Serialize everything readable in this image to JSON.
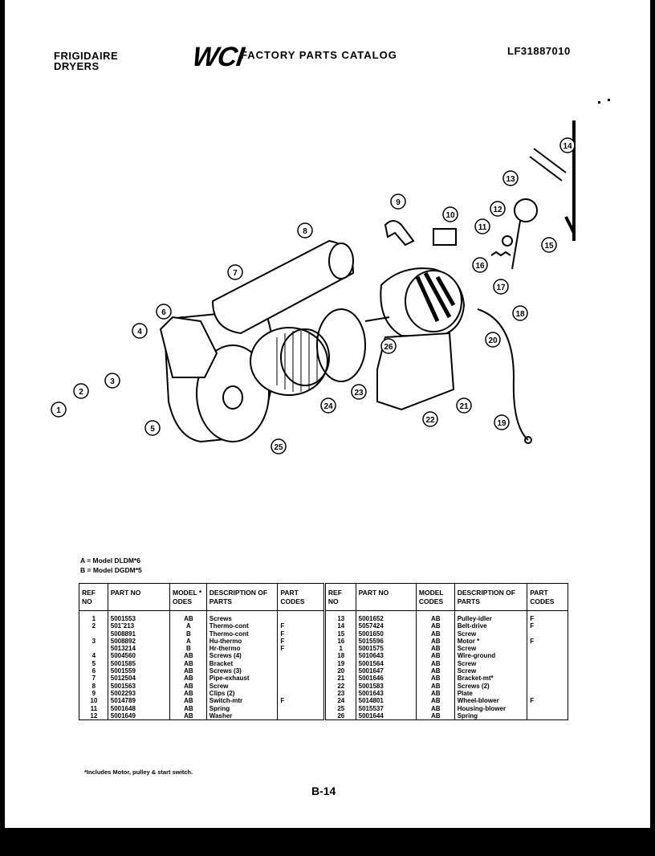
{
  "header": {
    "brand_line1": "FRIGIDAIRE",
    "brand_line2": "DRYERS",
    "logo": "WCI",
    "catalog_title": "FACTORY PARTS CATALOG",
    "catalog_code": "LF31887010"
  },
  "diagram": {
    "callouts": [
      "1",
      "2",
      "3",
      "4",
      "5",
      "6",
      "7",
      "8",
      "9",
      "10",
      "11",
      "12",
      "13",
      "14",
      "15",
      "16",
      "17",
      "18",
      "19",
      "20",
      "21",
      "22",
      "23",
      "24",
      "25",
      "26"
    ]
  },
  "legend": {
    "line_a": "A = Model DLDM*6",
    "line_b": "B = Model DGDM*5"
  },
  "table": {
    "headers": {
      "ref": "REF NO",
      "part": "PART NO",
      "model": "MODEL * ODES",
      "desc": "DESCRIPTION OF PARTS",
      "codes": "PART CODES",
      "ref2": "REF NO",
      "part2": "PART NO",
      "model2": "MODEL CODES",
      "desc2": "DESCRIPTION OF PARTS",
      "codes2": "PART CODES"
    },
    "left_rows": [
      {
        "ref": "1",
        "part": "5001553",
        "model": "AB",
        "desc": "Screws",
        "codes": ""
      },
      {
        "ref": "2",
        "part": "501˜213",
        "model": "A",
        "desc": "Thermo-cont",
        "codes": "F"
      },
      {
        "ref": "",
        "part": "5008891",
        "model": "B",
        "desc": "Thermo-cont",
        "codes": "F"
      },
      {
        "ref": "3",
        "part": "5008892",
        "model": "A",
        "desc": "Hu-thermo",
        "codes": "F"
      },
      {
        "ref": "",
        "part": "5013214",
        "model": "B",
        "desc": "Hr-thermo",
        "codes": "F"
      },
      {
        "ref": "4",
        "part": "5004560",
        "model": "AB",
        "desc": "Screws (4)",
        "codes": ""
      },
      {
        "ref": "5",
        "part": "5001585",
        "model": "AB",
        "desc": "Bracket",
        "codes": ""
      },
      {
        "ref": "6",
        "part": "5001559",
        "model": "AB",
        "desc": "Screws (3)",
        "codes": ""
      },
      {
        "ref": "7",
        "part": "5012504",
        "model": "AB",
        "desc": "Pipe-exhaust",
        "codes": ""
      },
      {
        "ref": "8",
        "part": "5001563",
        "model": "AB",
        "desc": "Screw",
        "codes": ""
      },
      {
        "ref": "9",
        "part": "5002293",
        "model": "AB",
        "desc": "Clips (2)",
        "codes": ""
      },
      {
        "ref": "10",
        "part": "5014789",
        "model": "AB",
        "desc": "Switch-mtr",
        "codes": "F"
      },
      {
        "ref": "11",
        "part": "5001648",
        "model": "AB",
        "desc": "Spring",
        "codes": ""
      },
      {
        "ref": "12",
        "part": "5001649",
        "model": "AB",
        "desc": "Washer",
        "codes": ""
      }
    ],
    "right_rows": [
      {
        "ref": "13",
        "part": "5001652",
        "model": "AB",
        "desc": "Pulley-idler",
        "codes": "F"
      },
      {
        "ref": "14",
        "part": "5057424",
        "model": "AB",
        "desc": "Belt-drive",
        "codes": "F"
      },
      {
        "ref": "15",
        "part": "5001650",
        "model": "AB",
        "desc": "Screw",
        "codes": ""
      },
      {
        "ref": "16",
        "part": "5015596",
        "model": "AB",
        "desc": "Motor *",
        "codes": "F"
      },
      {
        "ref": "1",
        "part": "5001575",
        "model": "AB",
        "desc": "Screw",
        "codes": ""
      },
      {
        "ref": "18",
        "part": "5010643",
        "model": "AB",
        "desc": "Wire-ground",
        "codes": ""
      },
      {
        "ref": "19",
        "part": "5001564",
        "model": "AB",
        "desc": "Screw",
        "codes": ""
      },
      {
        "ref": "20",
        "part": "5001647",
        "model": "AB",
        "desc": "Screw",
        "codes": ""
      },
      {
        "ref": "21",
        "part": "5001646",
        "model": "AB",
        "desc": "Bracket-mt*",
        "codes": ""
      },
      {
        "ref": "22",
        "part": "5001583",
        "model": "AB",
        "desc": "Screws (2)",
        "codes": ""
      },
      {
        "ref": "23",
        "part": "5001643",
        "model": "AB",
        "desc": "Plate",
        "codes": ""
      },
      {
        "ref": "24",
        "part": "5014801",
        "model": "AB",
        "desc": "Wheel-blower",
        "codes": "F"
      },
      {
        "ref": "25",
        "part": "5015537",
        "model": "AB",
        "desc": "Housing-blower",
        "codes": ""
      },
      {
        "ref": "26",
        "part": "5001644",
        "model": "AB",
        "desc": "Spring",
        "codes": ""
      }
    ]
  },
  "footnote": "*Includes Motor, pulley & start switch.",
  "page_number": "B-14"
}
